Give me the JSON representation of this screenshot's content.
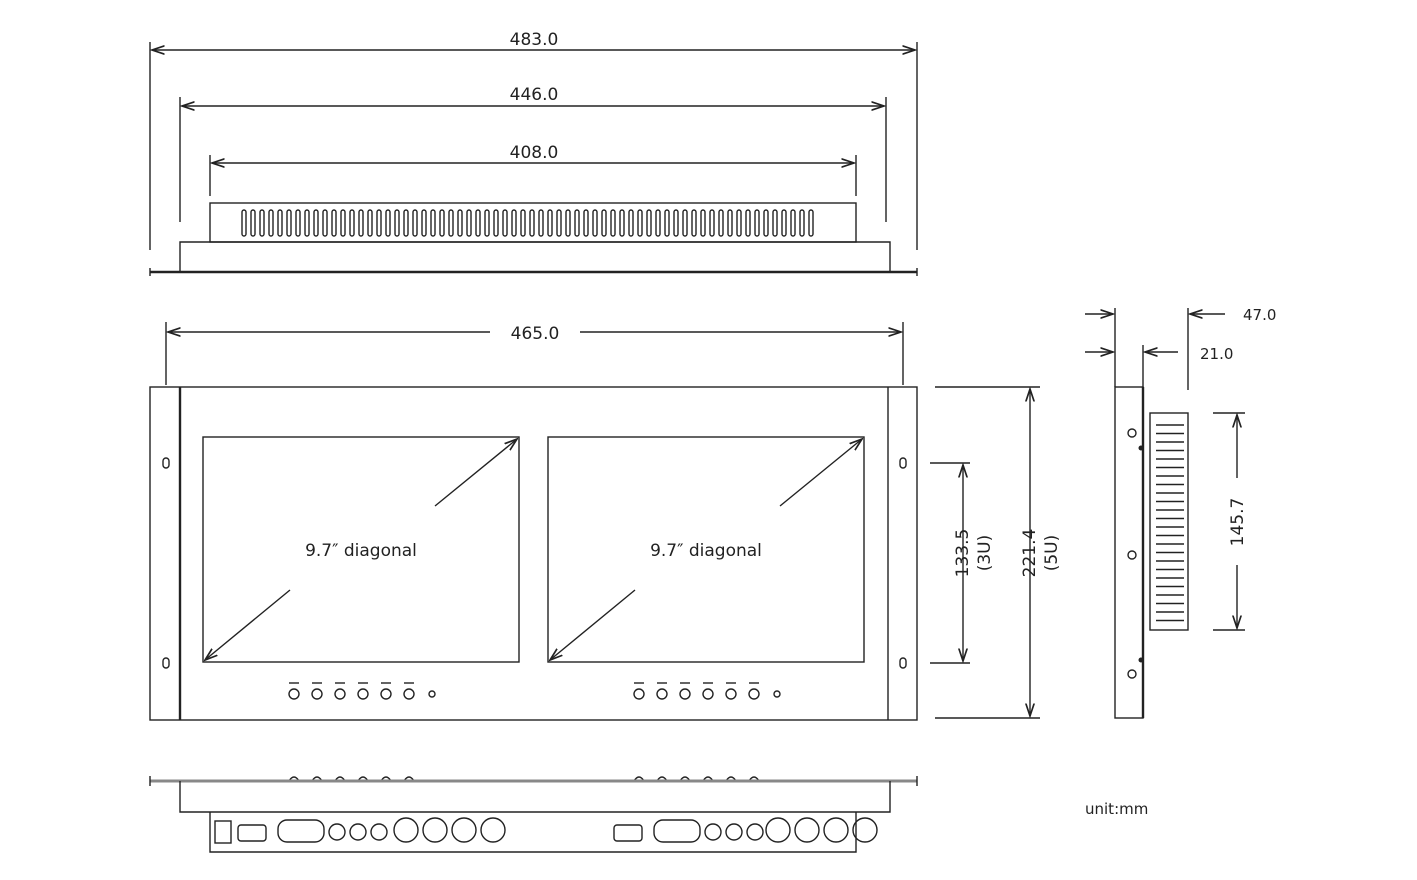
{
  "dimensions": {
    "overall_width": "483.0",
    "flange_inner_width": "446.0",
    "body_width": "408.0",
    "front_panel_width": "465.0",
    "mount_hole_spacing": "133.5",
    "mount_hole_spacing_rack": "(3U)",
    "panel_height": "221.4",
    "panel_height_rack": "(5U)",
    "total_depth": "47.0",
    "body_depth": "21.0",
    "heatsink_height": "145.7"
  },
  "screens": [
    {
      "label": "9.7″ diagonal"
    },
    {
      "label": "9.7″ diagonal"
    }
  ],
  "unit_label": "unit:mm",
  "colors": {
    "line": "#222222",
    "background": "#ffffff"
  }
}
